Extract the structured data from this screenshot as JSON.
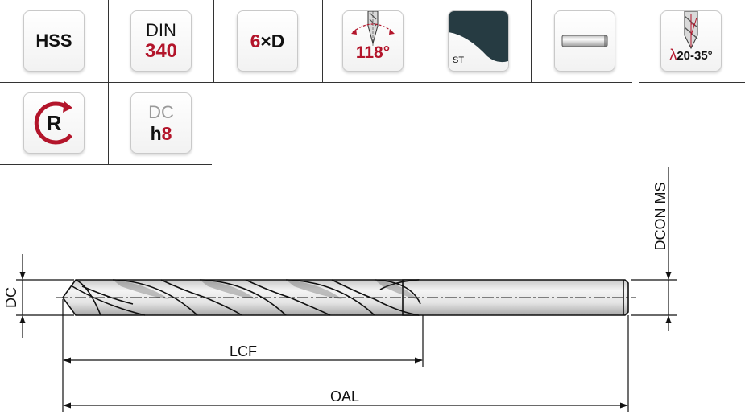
{
  "icons": {
    "material": "HSS",
    "standard_label": "DIN",
    "standard_number": "340",
    "length_prefix": "6",
    "length_suffix": "×D",
    "point_angle": "118°",
    "surface_label": "ST",
    "helix_symbol": "λ",
    "helix_range": "20-35°",
    "direction_letter": "R",
    "tolerance_label": "DC",
    "tolerance_letter": "h",
    "tolerance_number": "8"
  },
  "drawing": {
    "dcon_label": "DCON MS",
    "dc_label": "DC",
    "lcf_label": "LCF",
    "oal_label": "OAL"
  },
  "colors": {
    "accent": "#b3152b",
    "line": "#111111",
    "surface_fill": "#263b42"
  }
}
